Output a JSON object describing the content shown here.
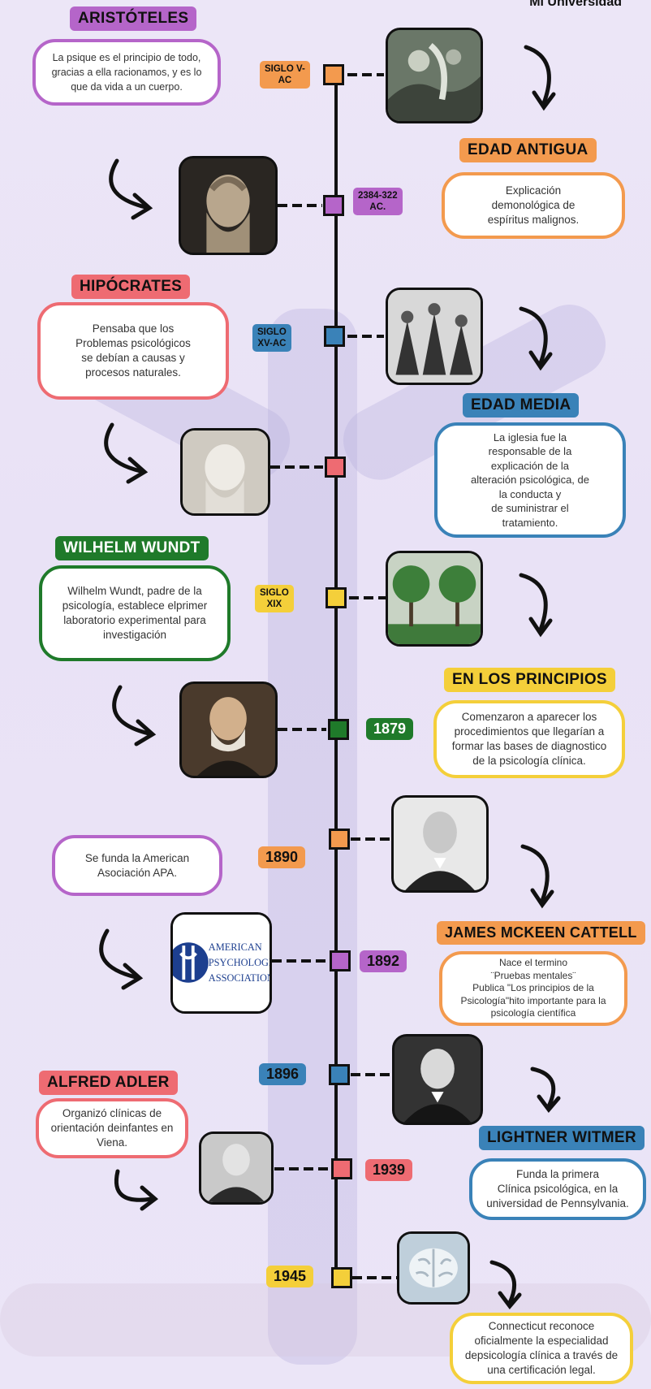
{
  "brand": "Mi Universidad",
  "colors": {
    "purple": "#b565c9",
    "orange": "#f39a4e",
    "red": "#ee6b72",
    "blue": "#3a82b8",
    "green": "#1f7a2a",
    "yellow": "#f4cf3a"
  },
  "titles": {
    "aristoteles": "ARISTÓTELES",
    "edad_antigua": "EDAD ANTIGUA",
    "hipocrates": "HIPÓCRATES",
    "edad_media": "EDAD MEDIA",
    "wundt": "WILHELM WUNDT",
    "principios": "EN LOS PRINCIPIOS",
    "cattell": "JAMES MCKEEN CATTELL",
    "adler": "ALFRED ADLER",
    "witmer": "LIGHTNER WITMER"
  },
  "texts": {
    "aristoteles": "La psique es el principio de todo,\ngracias a ella racionamos, y es lo\nque da vida a un cuerpo.",
    "edad_antigua": "Explicación\ndemonológica de\n    espíritus malignos.",
    "hipocrates": "Pensaba que los\nProblemas psicológicos\nse debían a causas y\nprocesos naturales.",
    "edad_media": "La iglesia fue la\nresponsable de la\nexplicación de la\nalteración psicológica, de\nla conducta y\nde suministrar el\ntratamiento.",
    "wundt": "Wilhelm Wundt, padre de la\npsicología, establece elprimer\nlaboratorio experimental para\ninvestigación",
    "principios": "Comenzaron a aparecer los\nprocedimientos que llegarían a\nformar las bases de diagnostico\nde la psicología clínica.",
    "apa": "Se funda la American\nAsociación APA.",
    "cattell": "Nace el termino\n¨Pruebas mentales¨\nPublica \"Los principios de la\nPsicología\"hito importante para la\npsicología científica",
    "adler": "Organizó clínicas de\norientación deinfantes en\nViena.",
    "witmer": "Funda la primera\nClínica psicológica, en la\nuniversidad de Pennsylvania.",
    "connecticut": "Connecticut reconoce\noficialmente la especialidad\ndepsicología clínica a través de\nuna certificación legal."
  },
  "tags": {
    "siglo_v": "SIGLO V-\nAC",
    "anos_384": "2384-322\nAC.",
    "siglo_xv": "SIGLO\nXV-AC",
    "siglo_xix": "SIGLO\nXIX"
  },
  "years": {
    "y1879": "1879",
    "y1890": "1890",
    "y1892": "1892",
    "y1896": "1896",
    "y1939": "1939",
    "y1945": "1945"
  },
  "apa_logo": {
    "line1": "AMERICAN",
    "line2": "PSYCHOLOGIC",
    "line3": "ASSOCIATION"
  }
}
